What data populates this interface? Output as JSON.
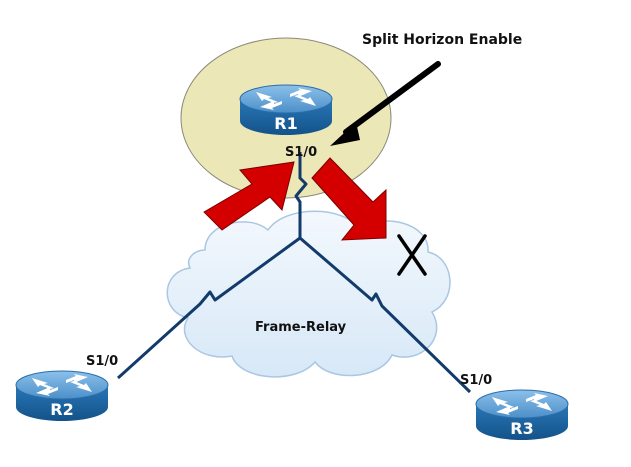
{
  "annotation": "Split Horizon Enable",
  "cloud_label": "Frame-Relay",
  "blocked_mark": "X",
  "routers": [
    {
      "name": "R1",
      "interface": "S1/0"
    },
    {
      "name": "R2",
      "interface": "S1/0"
    },
    {
      "name": "R3",
      "interface": "S1/0"
    }
  ],
  "colors": {
    "halo": "#ece7b6",
    "cloud": "#e6f1fb",
    "cloud_stroke": "#a9c7e4",
    "router_top": "#6aa6d9",
    "router_side": "#1f6aa9",
    "link": "#123a6b",
    "arrow_red": "#d40000",
    "annotation_arrow": "#000000"
  }
}
